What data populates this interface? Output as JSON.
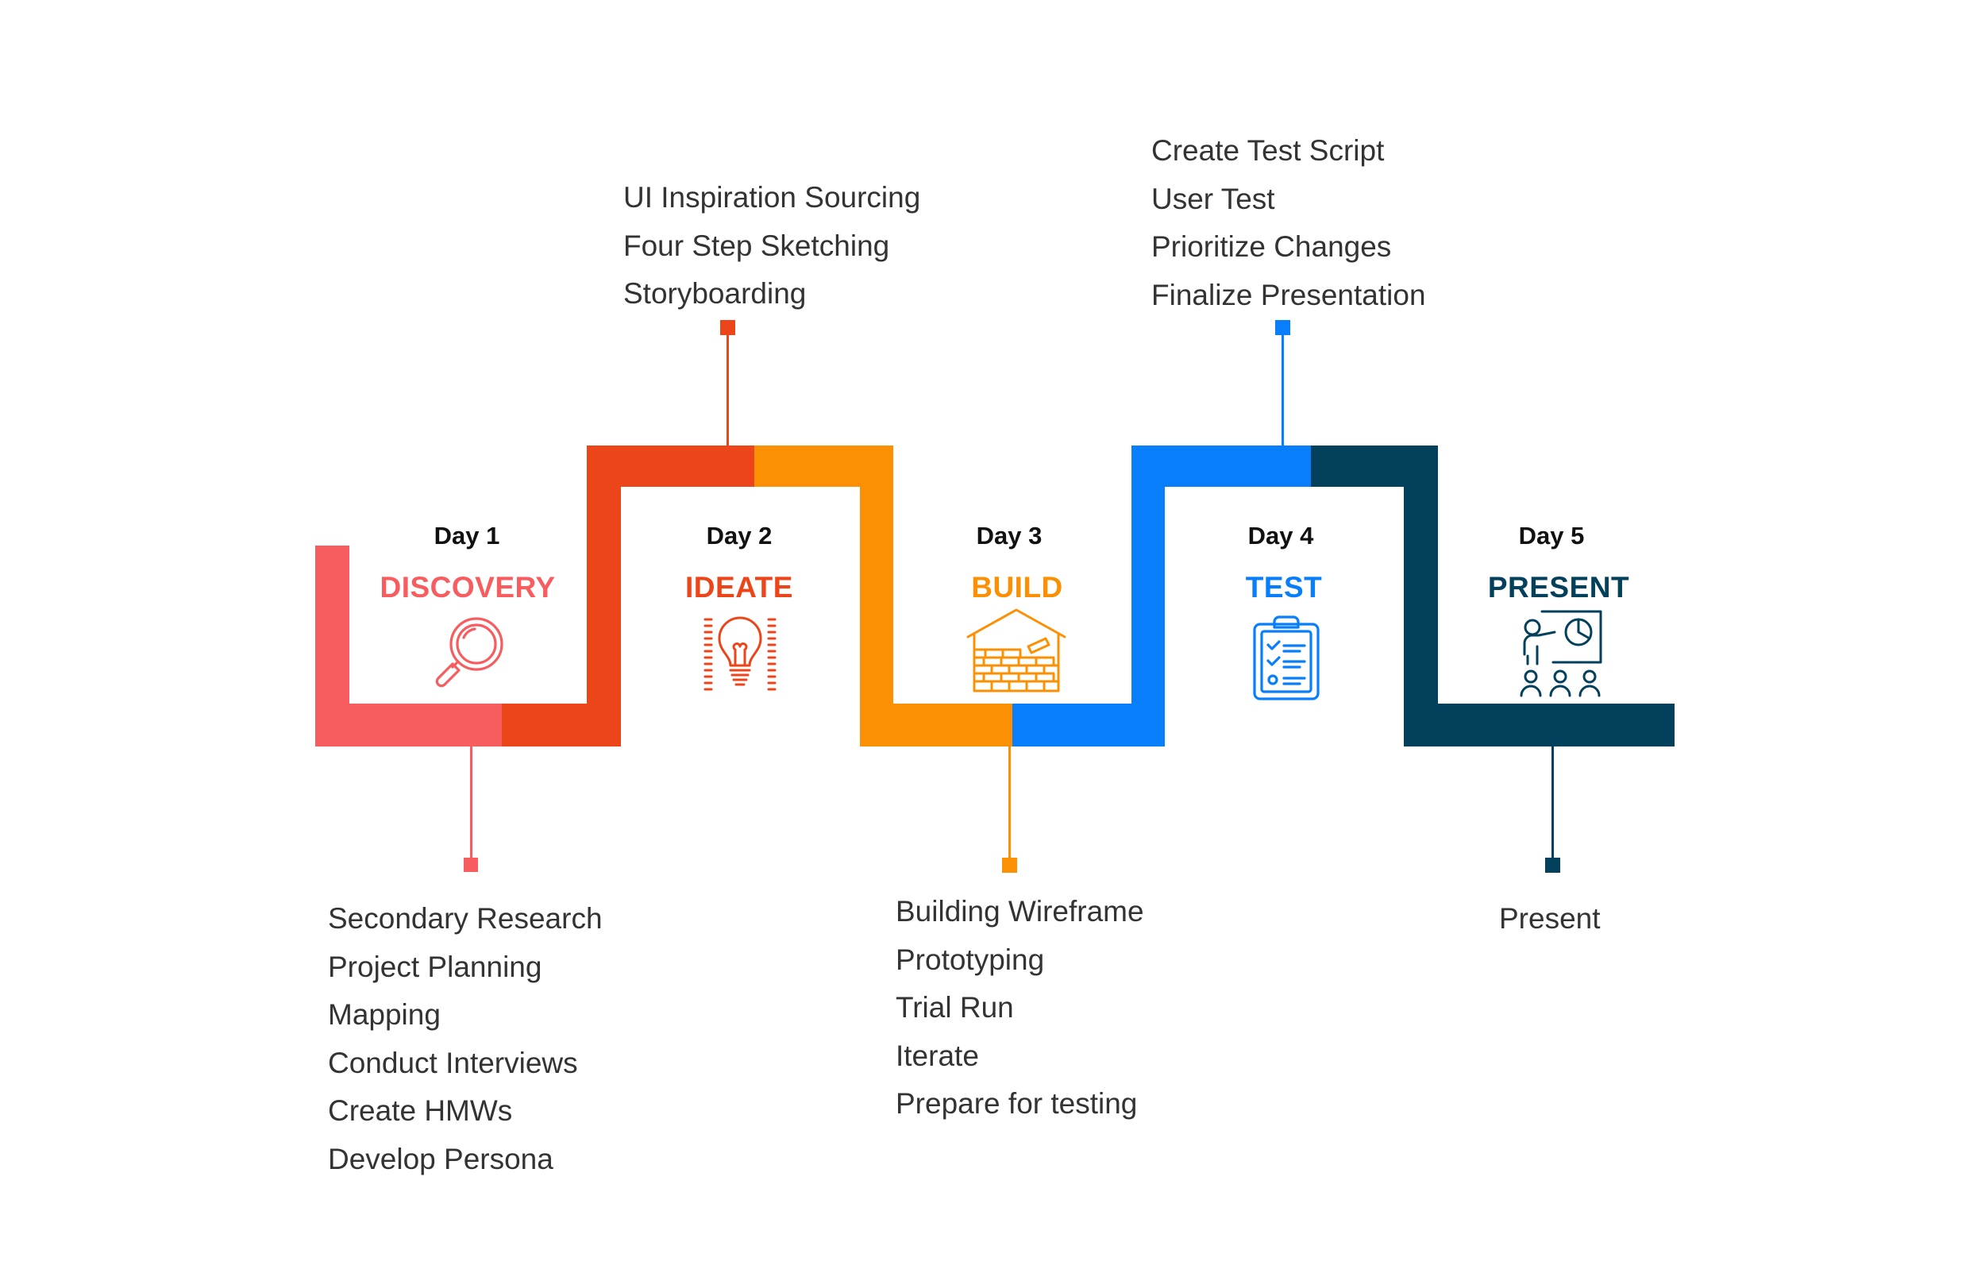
{
  "colors": {
    "coral": "#F75D5F",
    "red_orange": "#EC4519",
    "orange": "#FB9004",
    "blue": "#087EFB",
    "navy": "#03405B",
    "text_dark": "#111111",
    "text_body": "#333333"
  },
  "stages": [
    {
      "day": "Day 1",
      "name": "DISCOVERY",
      "color": "#F75D5F",
      "icon": "magnifier-icon",
      "tasks": [
        "Secondary Research",
        "Project Planning",
        "Mapping",
        "Conduct Interviews",
        "Create HMWs",
        "Develop Persona"
      ]
    },
    {
      "day": "Day 2",
      "name": "IDEATE",
      "color": "#EC4519",
      "icon": "lightbulb-icon",
      "tasks": [
        "UI Inspiration Sourcing",
        "Four Step Sketching",
        "Storyboarding"
      ]
    },
    {
      "day": "Day 3",
      "name": "BUILD",
      "color": "#FB9004",
      "icon": "brick-house-icon",
      "tasks": [
        "Building Wireframe",
        "Prototyping",
        "Trial Run",
        "Iterate",
        "Prepare for testing"
      ]
    },
    {
      "day": "Day 4",
      "name": "TEST",
      "color": "#087EFB",
      "icon": "clipboard-checklist-icon",
      "tasks": [
        "Create Test Script",
        "User Test",
        "Prioritize Changes",
        "Finalize Presentation"
      ]
    },
    {
      "day": "Day 5",
      "name": "PRESENT",
      "color": "#03405B",
      "icon": "presenter-audience-icon",
      "tasks": [
        "Present"
      ]
    }
  ]
}
